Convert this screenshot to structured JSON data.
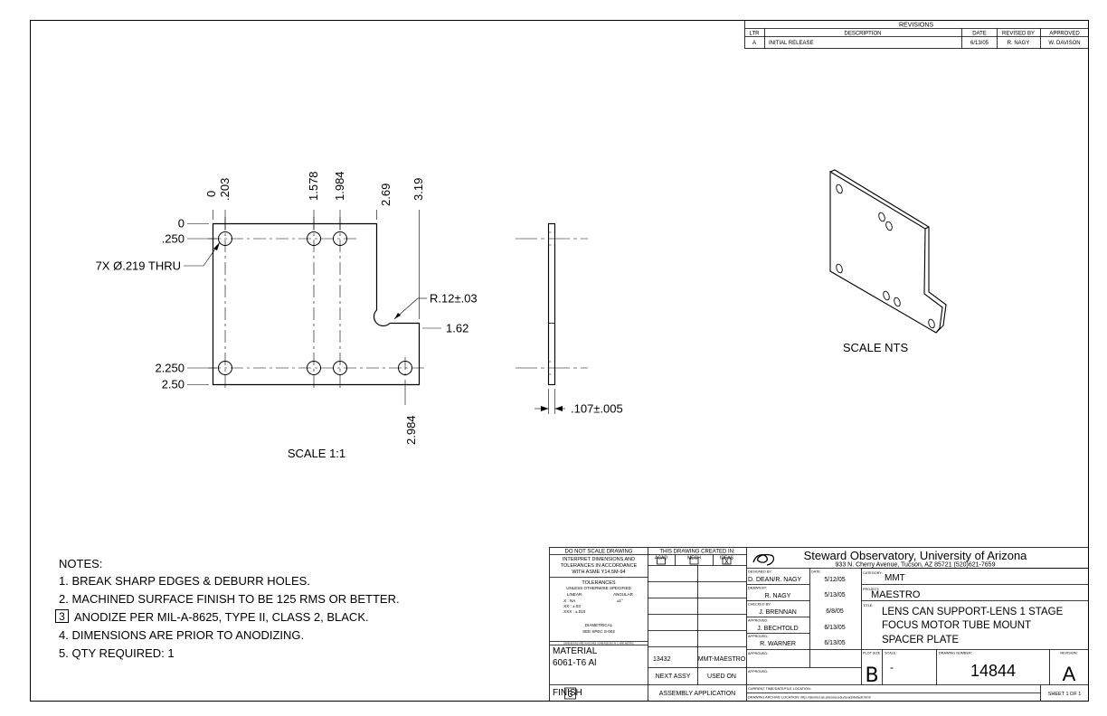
{
  "revisions": {
    "title": "REVISIONS",
    "headers": [
      "LTR",
      "DESCRIPTION",
      "DATE",
      "REVISED BY",
      "APPROVED"
    ],
    "rows": [
      [
        "A",
        "INITIAL RELEASE",
        "6/13/05",
        "R. NAGY",
        "W. DAVISON"
      ]
    ]
  },
  "front_view": {
    "top_dims": [
      "0",
      ".203",
      "1.578",
      "1.984",
      "2.69",
      "3.19"
    ],
    "left_dims": [
      "0",
      ".250",
      "2.250",
      "2.50"
    ],
    "hole_note": "7X Ø.219 THRU",
    "radius_note": "R.12±.03",
    "notch_dim": "1.62",
    "bottom_dim": "2.984",
    "scale": "SCALE 1:1"
  },
  "side_view": {
    "thickness": ".107±.005"
  },
  "iso_view": {
    "scale": "SCALE NTS"
  },
  "notes": {
    "heading": "NOTES:",
    "items": [
      "1. BREAK SHARP EDGES & DEBURR HOLES.",
      "2. MACHINED SURFACE FINISH TO BE 125 RMS OR BETTER.",
      "ANODIZE PER MIL-A-8625, TYPE II, CLASS 2, BLACK.",
      "4. DIMENSIONS ARE PRIOR TO ANODIZING.",
      "5. QTY REQUIRED: 1"
    ],
    "flag_number": "3"
  },
  "title_block": {
    "do_not_scale": "DO NOT SCALE DRAWING",
    "interpret_1": "INTERPRET DIMENSIONS AND",
    "interpret_2": "TOLERANCES IN ACCORDANCE",
    "interpret_3": "WITH ASME Y14.5M-94",
    "tolerances": "TOLERANCES",
    "unless": "UNLESS OTHERWISE SPECIFIED",
    "linear": "LINEAR",
    "angular": "ANGULAR",
    "tol_x": ".X : NA",
    "tol_xx": ".XX : ±.03",
    "tol_xxx": ".XXX : ±.010",
    "tol_ang": "±1°",
    "diametrical": "DIAMETRICAL",
    "see_spec": "SEE SPEC S-002",
    "dims_note": "DIMENSIONS ARE IN INCHES / DIMENSIONS IN ( ) ARE METRIC",
    "material_label": "MATERIAL",
    "material": "6061-T6 Al",
    "finish_label": "FINISH",
    "finish_flag": "3",
    "created_in": "THIS DRAWING CREATED IN:",
    "cad_options": [
      "ACAD",
      "MECH",
      "IDEAS"
    ],
    "cad_checked": "X",
    "next_assy_no": "13432",
    "used_on_val": "MMT-MAESTRO",
    "next_assy": "NEXT ASSY",
    "used_on": "USED ON",
    "assembly_app": "ASSEMBLY APPLICATION",
    "org": "Steward Observatory, University of Arizona",
    "address": "933 N. Cherry Avenue, Tucson, AZ 85721 (520)621-7659",
    "designed_by_label": "DESIGNED BY:",
    "designed_by": "D. DEAN/R. NAGY",
    "date_label": "DATE:",
    "designed_date": "5/12/05",
    "drawn_by_label": "DRAWN BY:",
    "drawn_by": "R. NAGY",
    "drawn_date": "5/13/05",
    "checked_by_label": "CHECKED BY:",
    "checked_by": "J. BRENNAN",
    "checked_date": "6/8/05",
    "approved_label": "APPROVED:",
    "approved_1": "J. BECHTOLD",
    "approved_1_date": "6/13/05",
    "approved_2": "R. WARNER",
    "approved_2_date": "6/13/05",
    "category_label": "CATEGORY:",
    "category": "MMT",
    "project_label": "PROJECT:",
    "project": "MAESTRO",
    "title_label": "TITLE:",
    "title_lines": [
      "LENS CAN SUPPORT-LENS 1 STAGE",
      "FOCUS MOTOR TUBE MOUNT",
      "SPACER PLATE"
    ],
    "plot_size_label": "PLOT SIZE",
    "plot_size": "B",
    "scale_label": "SCALE:",
    "scale": "-",
    "drawing_no_label": "DRAWING NUMBER:",
    "drawing_no": "14844",
    "revision_label": "REVISION:",
    "revision": "A",
    "current_time_label": "CURRENT TIME/DATE/FILE LOCATION:",
    "archive_label": "DRAWING ARCHIVE LOCATION: http://devinci.as.arizona.edu/acad/default.html",
    "sheet": "SHEET 1 OF 1"
  }
}
